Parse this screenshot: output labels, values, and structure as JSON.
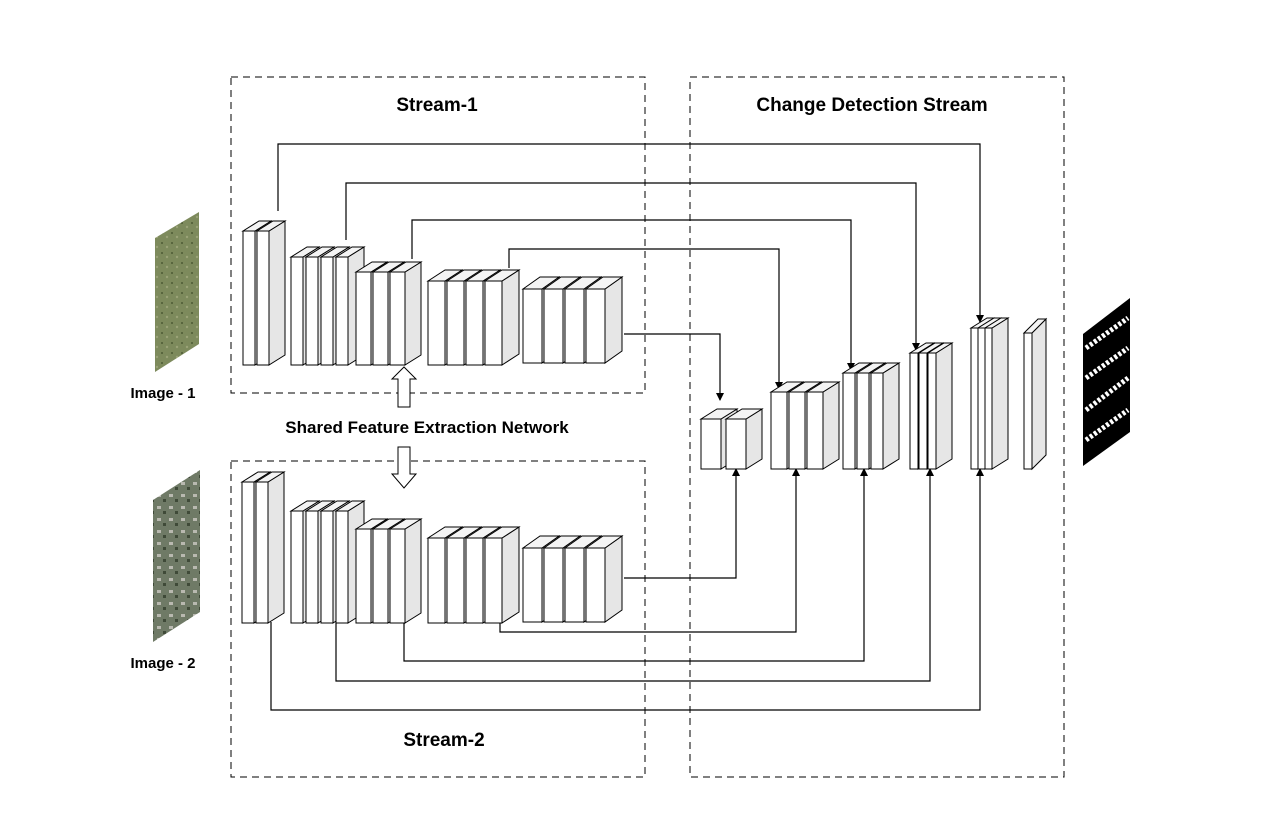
{
  "title_stream1": "Stream-1",
  "title_stream2": "Stream-2",
  "title_cd": "Change Detection Stream",
  "label_shared": "Shared Feature Extraction Network",
  "label_image1": "Image - 1",
  "label_image2": "Image - 2",
  "colors": {
    "block_front": "#ffffff",
    "block_side": "#e6e6e6",
    "block_top": "#f4f4f4",
    "stroke": "#000000",
    "image1": "#7d8a5c",
    "image2": "#6f7a66",
    "output_bg": "#000000",
    "output_fg": "#ffffff"
  }
}
